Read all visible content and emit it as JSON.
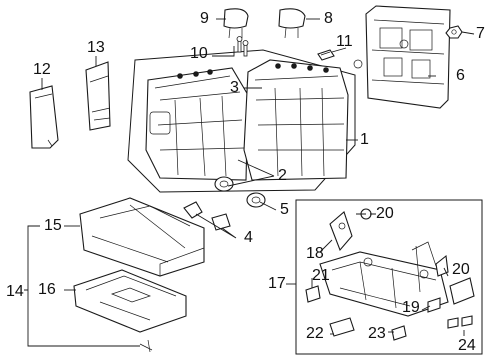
{
  "diagram": {
    "callouts": [
      "1",
      "2",
      "3",
      "4",
      "5",
      "6",
      "7",
      "8",
      "9",
      "10",
      "11",
      "12",
      "13",
      "14",
      "15",
      "16",
      "17",
      "18",
      "19",
      "20",
      "20",
      "21",
      "22",
      "23",
      "24"
    ]
  }
}
